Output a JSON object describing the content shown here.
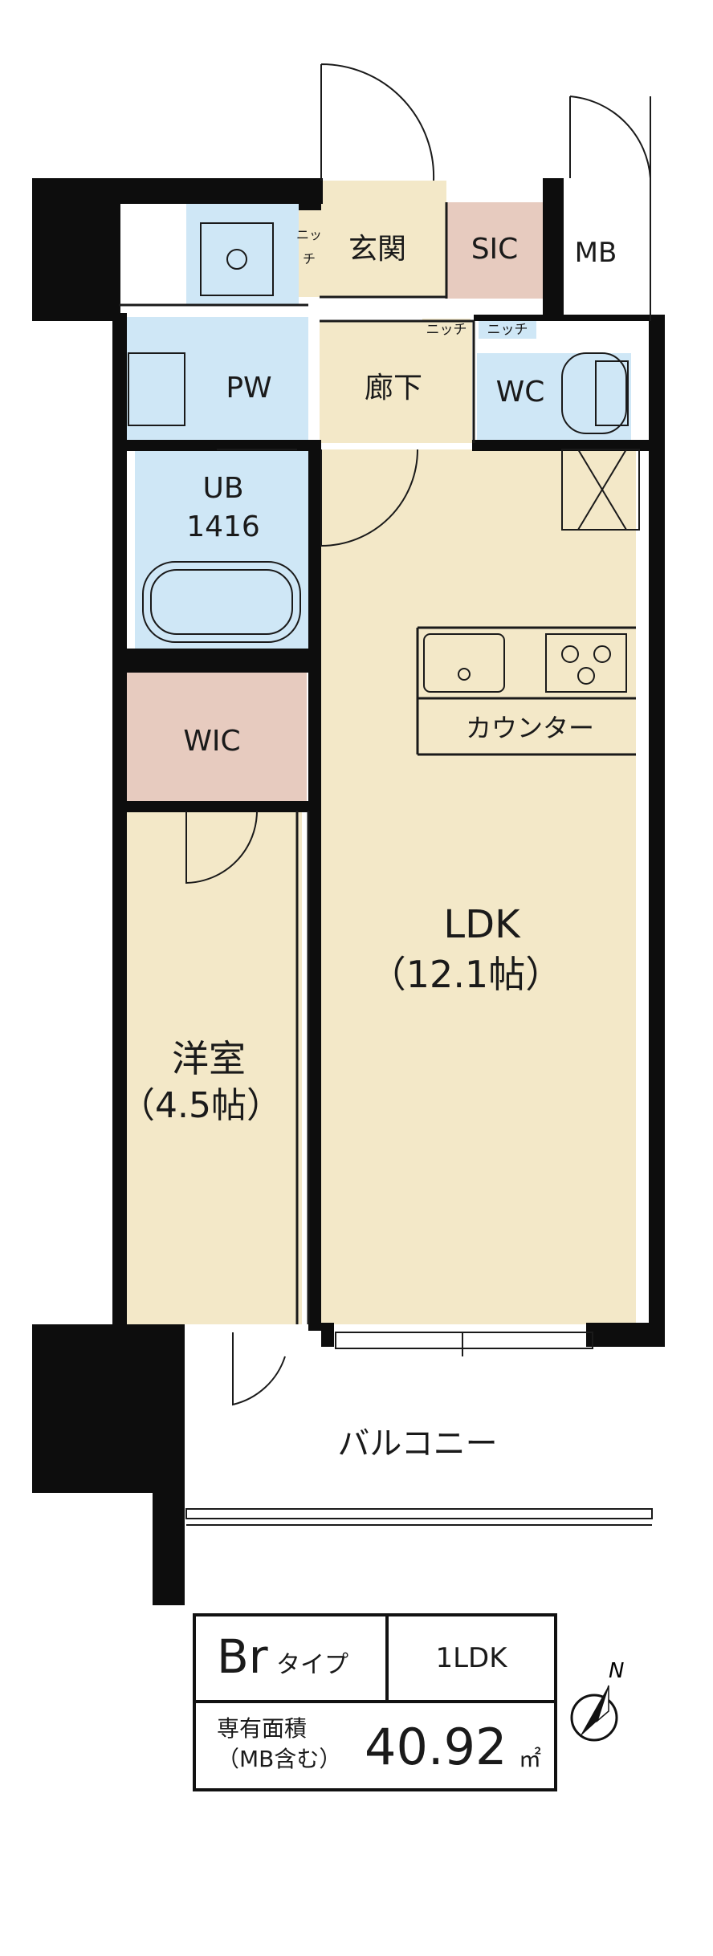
{
  "rooms": {
    "genkan": "玄関",
    "sic": "SIC",
    "mb": "MB",
    "nicchi_vertical_1": "ニッ",
    "nicchi_vertical_2": "チ",
    "nicchi_small_1": "ニッチ",
    "nicchi_small_2": "ニッチ",
    "pw": "PW",
    "hallway": "廊下",
    "wc": "WC",
    "ub_line1": "UB",
    "ub_line2": "1416",
    "wic": "WIC",
    "counter": "カウンター",
    "ldk_line1": "LDK",
    "ldk_line2": "（12.1帖）",
    "western_line1": "洋室",
    "western_line2": "（4.5帖）",
    "balcony": "バルコニー"
  },
  "info": {
    "type_main": "Br",
    "type_suffix": "タイプ",
    "layout": "1LDK",
    "area_label": "専有面積",
    "area_sub": "（MB含む）",
    "area_value": "40.92",
    "area_unit": "㎡"
  },
  "compass": {
    "north": "N"
  },
  "colors": {
    "wall": "#0d0d0d",
    "living": "#f3e8c8",
    "wet": "#cfe7f6",
    "storage": "#e7cbbf",
    "balcony": "#ffffff"
  }
}
